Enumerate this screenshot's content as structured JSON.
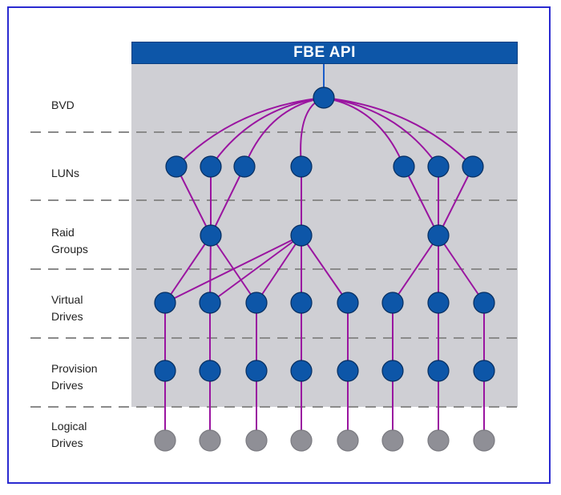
{
  "title": "FBE API",
  "layers": [
    {
      "id": "bvd",
      "label": "BVD"
    },
    {
      "id": "luns",
      "label": "LUNs"
    },
    {
      "id": "raid",
      "label": "Raid\nGroups"
    },
    {
      "id": "virtual",
      "label": "Virtual\nDrives"
    },
    {
      "id": "provision",
      "label": "Provision\nDrives"
    },
    {
      "id": "logical",
      "label": "Logical\nDrives"
    }
  ],
  "colors": {
    "node": "#0d56a8",
    "logical_node": "#8f8f96",
    "edge": "#9a14a0",
    "api_link": "#1a5cc9",
    "panel": "#cfcfd4",
    "separator": "#8a8a8a",
    "border": "#2a2ad0"
  }
}
